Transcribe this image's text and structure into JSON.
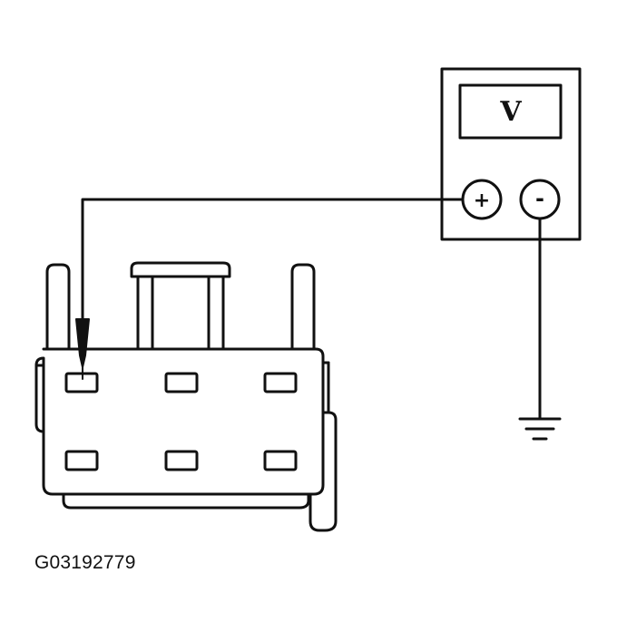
{
  "figure_id": "G03192779",
  "meter": {
    "display_symbol": "V",
    "positive_terminal": "+",
    "negative_terminal": "-"
  },
  "icons": {
    "meter": "voltmeter-icon",
    "ground": "ground-symbol-icon",
    "probe": "probe-tip-icon"
  },
  "connector": {
    "pin_rows": 2,
    "pins_per_row": 3,
    "probed_pin": "top-left"
  }
}
